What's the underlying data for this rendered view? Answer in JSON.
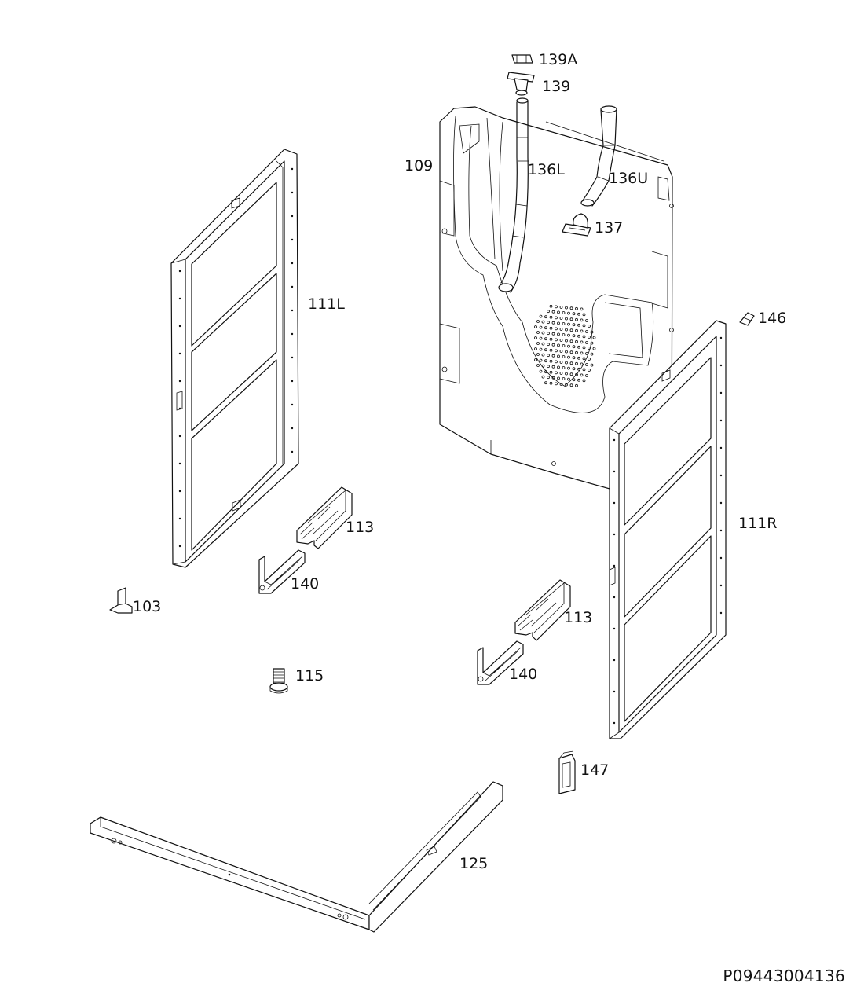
{
  "document_id": "P09443004136",
  "parts": [
    {
      "id": "139A",
      "label": "139A"
    },
    {
      "id": "139",
      "label": "139"
    },
    {
      "id": "109",
      "label": "109"
    },
    {
      "id": "136L",
      "label": "136L"
    },
    {
      "id": "136U",
      "label": "136U"
    },
    {
      "id": "137",
      "label": "137"
    },
    {
      "id": "111L",
      "label": "111L"
    },
    {
      "id": "146",
      "label": "146"
    },
    {
      "id": "113a",
      "label": "113"
    },
    {
      "id": "111R",
      "label": "111R"
    },
    {
      "id": "140a",
      "label": "140"
    },
    {
      "id": "103",
      "label": "103"
    },
    {
      "id": "113b",
      "label": "113"
    },
    {
      "id": "115",
      "label": "115"
    },
    {
      "id": "140b",
      "label": "140"
    },
    {
      "id": "147",
      "label": "147"
    },
    {
      "id": "125",
      "label": "125"
    }
  ]
}
